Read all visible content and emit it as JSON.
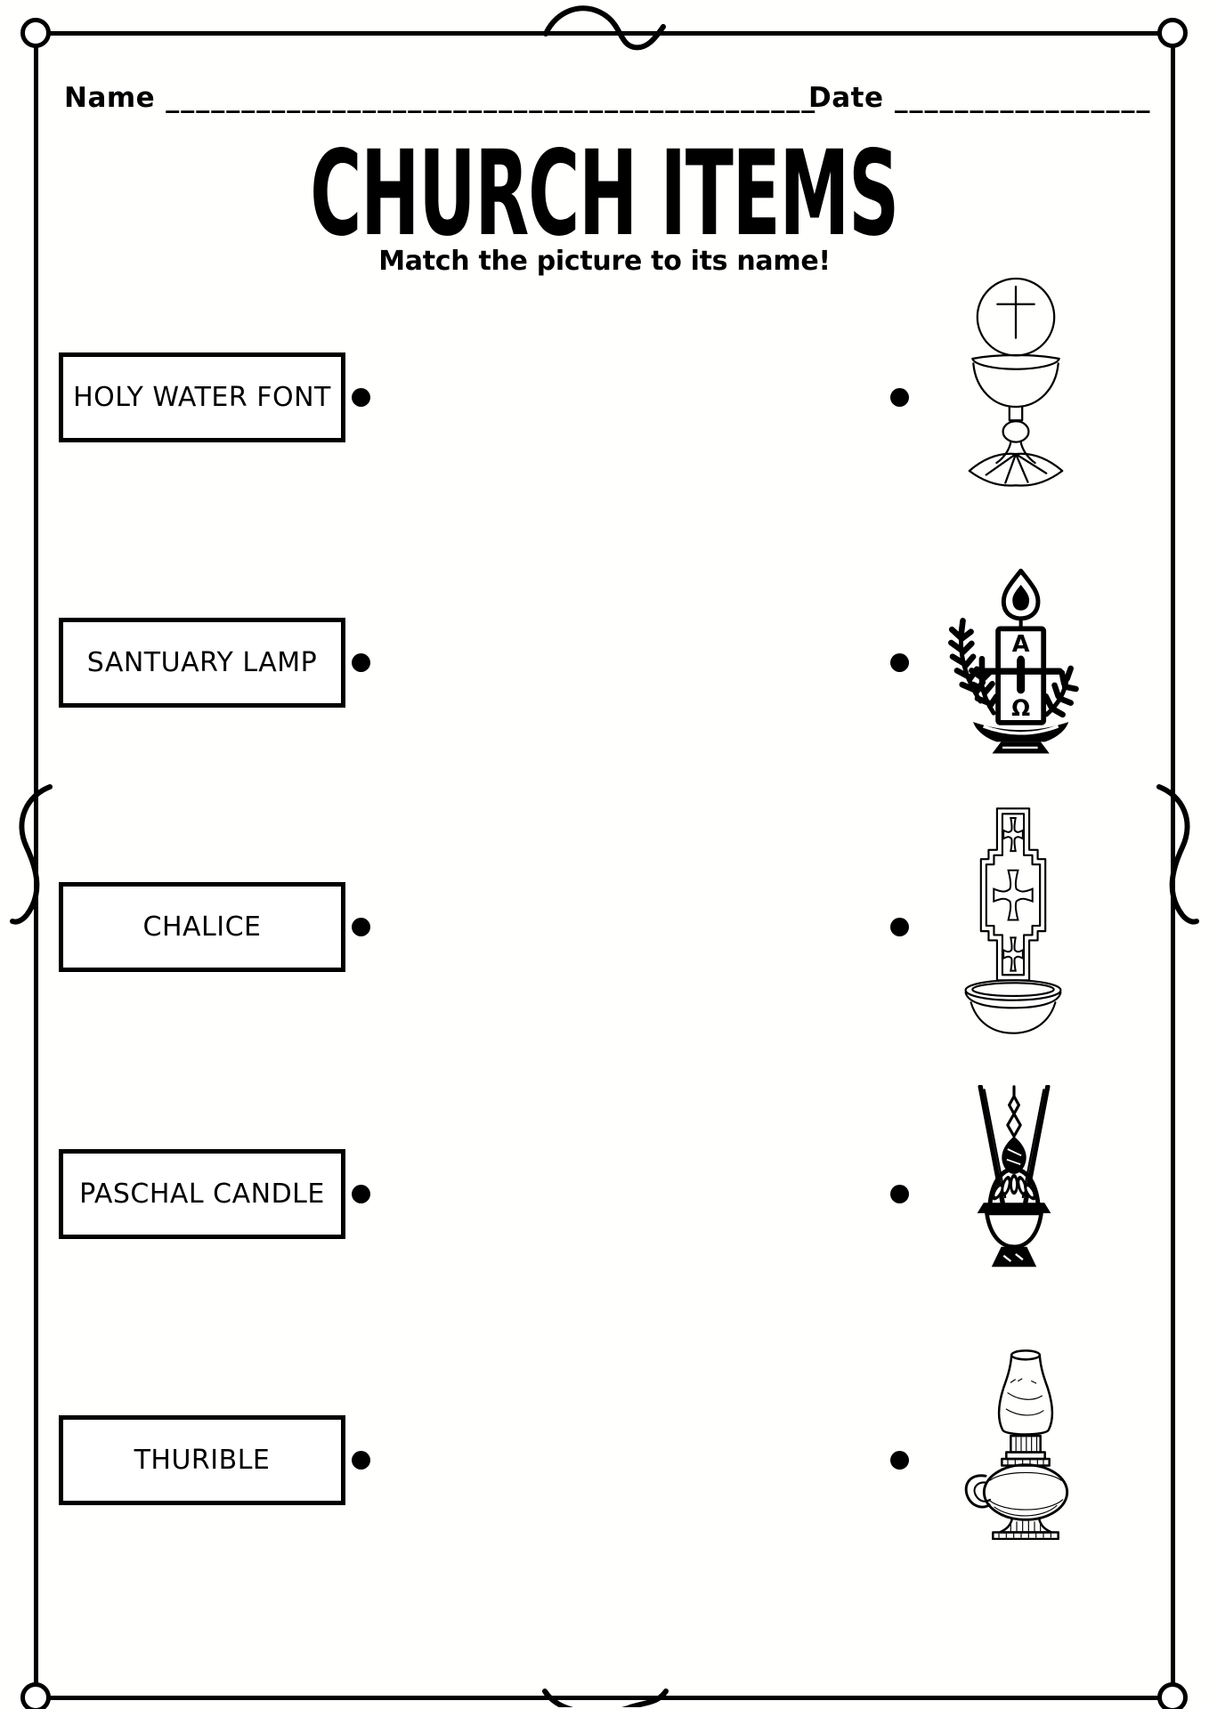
{
  "colors": {
    "ink": "#000000",
    "paper": "#ffffff"
  },
  "header": {
    "name_label": "Name",
    "name_line": "___________________________________________",
    "date_label": "Date",
    "date_line": "_________________"
  },
  "title": "CHURCH ITEMS",
  "subtitle": "Match the picture to its name!",
  "word_bank": [
    {
      "label": "HOLY WATER FONT"
    },
    {
      "label": "SANTUARY LAMP"
    },
    {
      "label": "CHALICE"
    },
    {
      "label": "PASCHAL CANDLE"
    },
    {
      "label": "THURIBLE"
    }
  ],
  "pictures": [
    {
      "icon": "chalice-with-host"
    },
    {
      "icon": "paschal-candle-with-branches"
    },
    {
      "icon": "holy-water-font-with-basin"
    },
    {
      "icon": "thurible-censer"
    },
    {
      "icon": "sanctuary-oil-lamp"
    }
  ]
}
